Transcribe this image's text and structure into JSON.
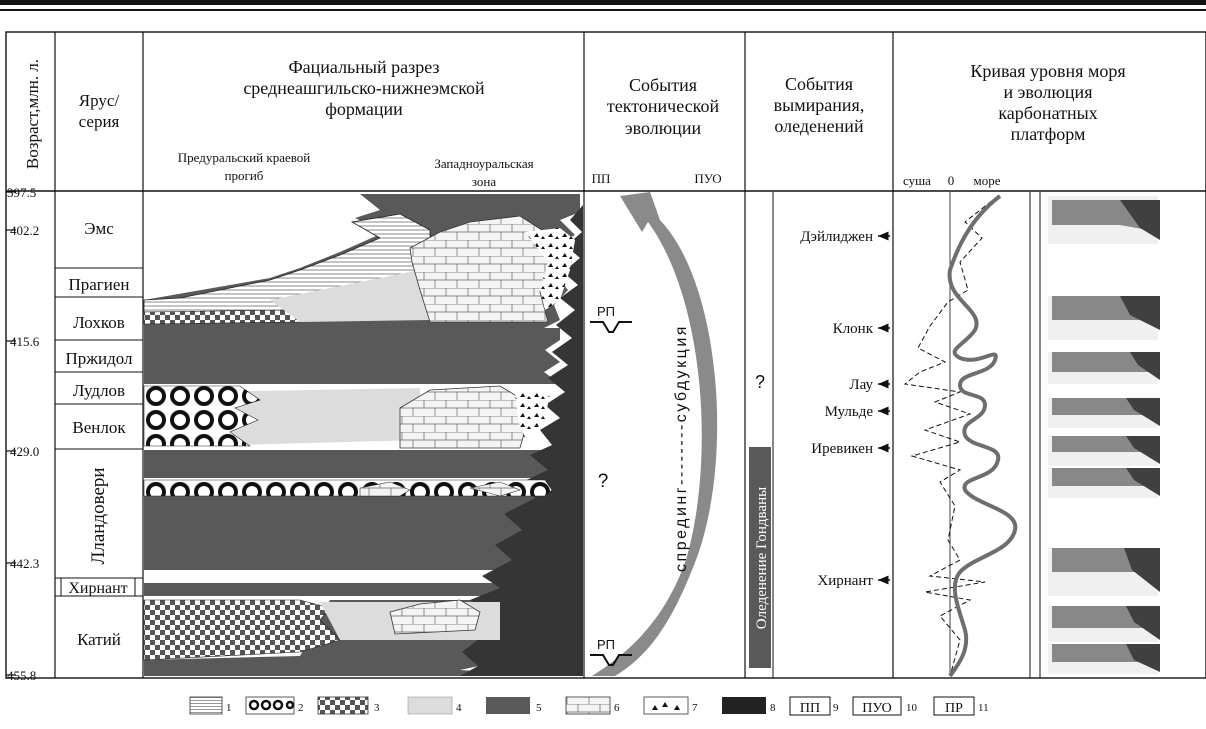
{
  "headers": {
    "age": "Возраст,млн. л.",
    "stage_line1": "Ярус/",
    "stage_line2": "серия",
    "facies_line1": "Фациальный разрез",
    "facies_line2": "среднеашгильско-нижнеэмской",
    "facies_line3": "формации",
    "foredeep_line1": "Предуральский краевой",
    "foredeep_line2": "прогиб",
    "westzone_line1": "Западноуральская",
    "westzone_line2": "зона",
    "tectonic_line1": "События",
    "tectonic_line2": "тектонической",
    "tectonic_line3": "эволюции",
    "tect_left": "ПП",
    "tect_right": "ПУО",
    "extinction_line1": "События",
    "extinction_line2": "вымирания,",
    "extinction_line3": "оледенений",
    "sealevel_line1": "Кривая уровня моря",
    "sealevel_line2": "и эволюция",
    "sealevel_line3": "карбонатных",
    "sealevel_line4": "платформ",
    "land": "суша",
    "zero": "0",
    "sea": "море"
  },
  "ages": [
    {
      "label": "397.5",
      "ma": 397.5
    },
    {
      "label": "402.2",
      "ma": 402.2
    },
    {
      "label": "415.6",
      "ma": 415.6
    },
    {
      "label": "429.0",
      "ma": 429.0
    },
    {
      "label": "442.3",
      "ma": 442.3
    },
    {
      "label": "455.8",
      "ma": 455.8
    }
  ],
  "stages": [
    "Эмс",
    "Прагиен",
    "Лохков",
    "Пржидол",
    "Лудлов",
    "Венлок",
    "Лландовери",
    "Хирнант",
    "Катий"
  ],
  "tectonics": {
    "rp": "РП",
    "question": "?",
    "arrow_text": "спрединг--------субдукция"
  },
  "events": {
    "names": [
      "Дэйлиджен",
      "Клонк",
      "Лау",
      "Мульде",
      "Иревикен",
      "Хирнант"
    ],
    "question": "?",
    "glaciation": "Оледенение Гондваны"
  },
  "legend": {
    "numbers": [
      "1",
      "2",
      "3",
      "4",
      "5",
      "6",
      "7",
      "8",
      "9",
      "10",
      "11"
    ],
    "boxed": [
      "ПП",
      "ПУО",
      "ПР"
    ]
  },
  "colors": {
    "dark": "#404040",
    "mid": "#595959",
    "darkest": "#222222",
    "light": "#dcdcdc",
    "pale": "#f0f0f0",
    "arrow": "#8a8a8a",
    "curve": "#6e6e6e"
  }
}
